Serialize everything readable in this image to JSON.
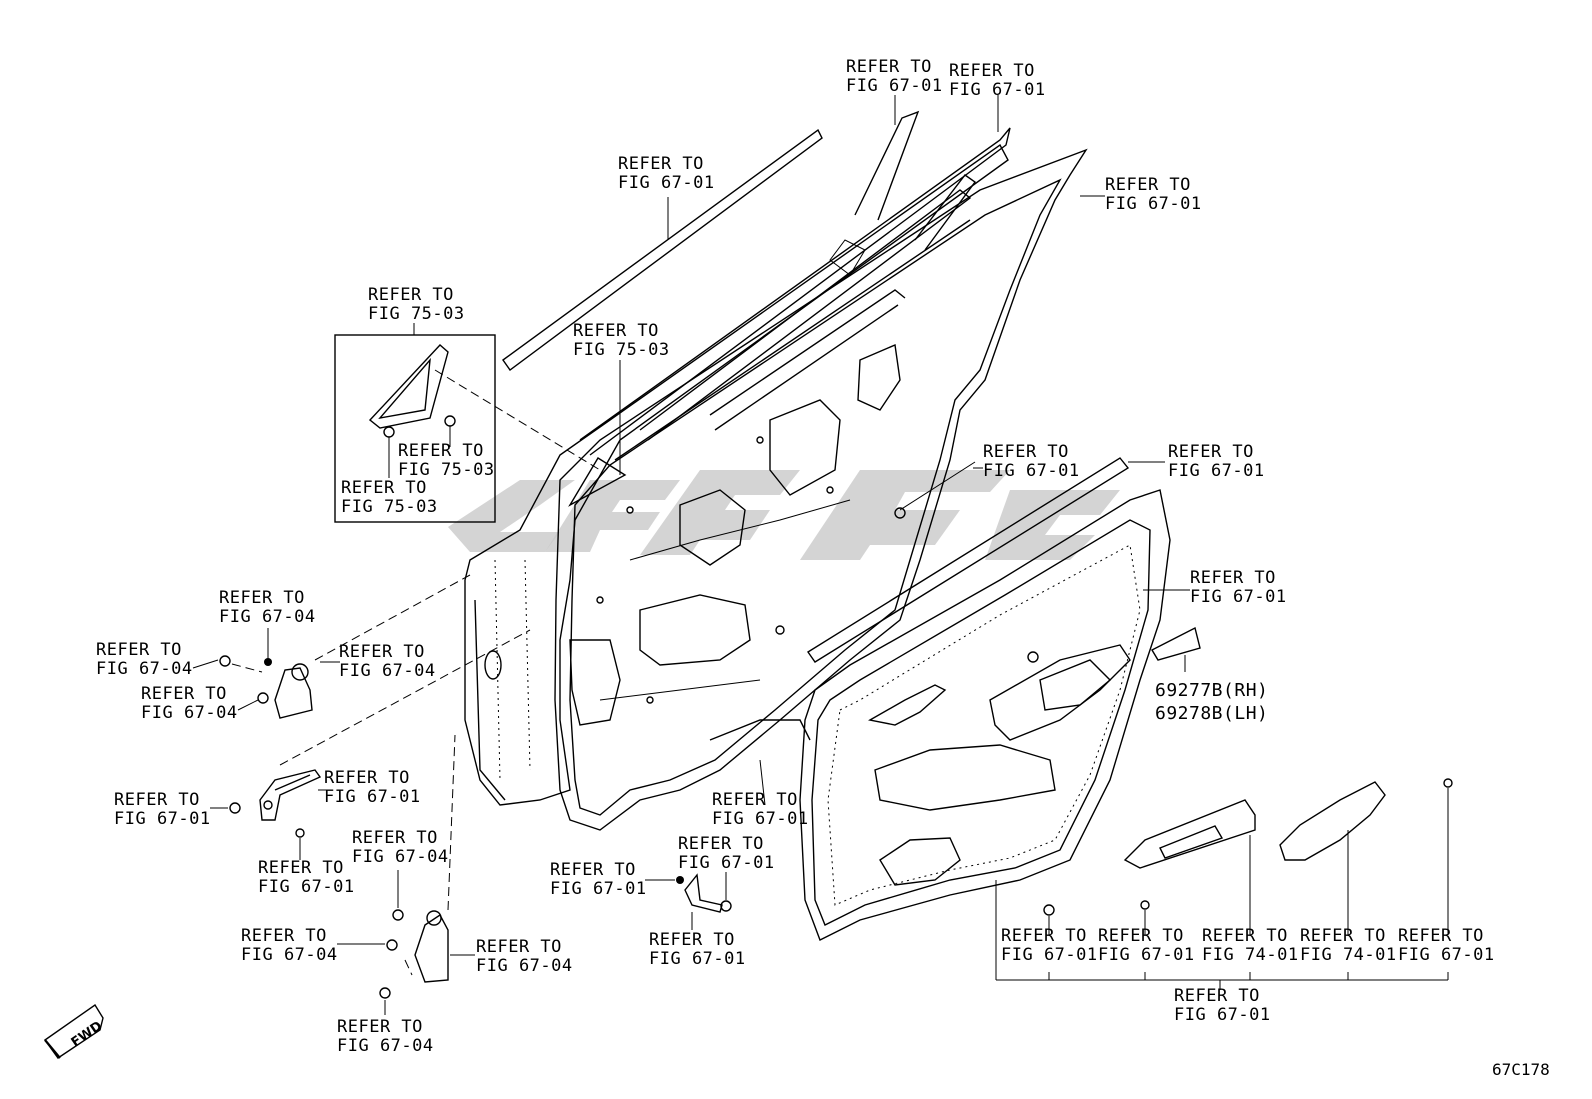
{
  "labels": {
    "ref_top_a": "REFER TO\nFIG 67-01",
    "ref_top_b": "REFER TO\nFIG 67-01",
    "ref_belt_outer": "REFER TO\nFIG 67-01",
    "ref_door_frame": "REFER TO\nFIG 67-01",
    "ref_inset_top": "REFER TO\nFIG 75-03",
    "ref_inset_nut": "REFER TO\nFIG 75-03",
    "ref_inset_bolt": "REFER TO\nFIG 75-03",
    "ref_mirror_mount": "REFER TO\nFIG 75-03",
    "ref_clip_a": "REFER TO\nFIG 67-01",
    "ref_belt_inner": "REFER TO\nFIG 67-01",
    "ref_trim_edge": "REFER TO\nFIG 67-01",
    "ref_upper_hinge_bolt": "REFER TO\nFIG 67-04",
    "ref_upper_hinge_left": "REFER TO\nFIG 67-04",
    "ref_upper_hinge_right": "REFER TO\nFIG 67-04",
    "ref_upper_hinge_low": "REFER TO\nFIG 67-04",
    "ref_checker": "REFER TO\nFIG 67-01",
    "ref_checker_bolt": "REFER TO\nFIG 67-01",
    "ref_checker_screw": "REFER TO\nFIG 67-01",
    "ref_lower_hinge_top": "REFER TO\nFIG 67-04",
    "ref_lower_hinge_left": "REFER TO\nFIG 67-04",
    "ref_lower_hinge_right": "REFER TO\nFIG 67-04",
    "ref_lower_hinge_bottom": "REFER TO\nFIG 67-04",
    "ref_panel_bottom": "REFER TO\nFIG 67-01",
    "ref_bracket_top": "REFER TO\nFIG 67-01",
    "ref_bracket_nut": "REFER TO\nFIG 67-01",
    "ref_bracket_bottom": "REFER TO\nFIG 67-01",
    "ref_trim_clip_1": "REFER TO\nFIG 67-01",
    "ref_trim_screw_2": "REFER TO\nFIG 67-01",
    "ref_switch_panel": "REFER TO\nFIG 74-01",
    "ref_armrest": "REFER TO\nFIG 74-01",
    "ref_trim_clip_5": "REFER TO\nFIG 67-01",
    "ref_trim_group": "REFER TO\nFIG 67-01"
  },
  "part_numbers": {
    "rh": "69277B(RH)",
    "lh": "69278B(LH)"
  },
  "direction_marker": "FWD",
  "figure_code": "67C178"
}
